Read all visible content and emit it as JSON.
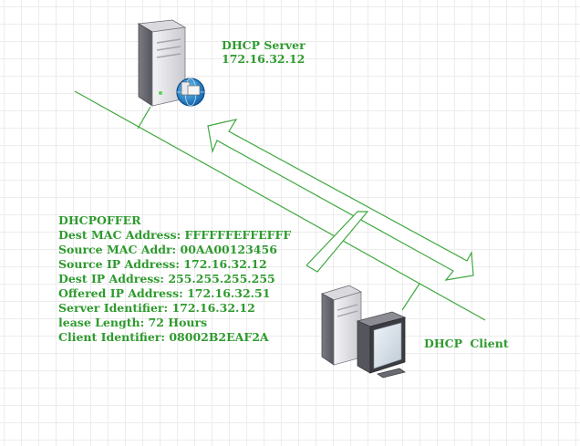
{
  "server": {
    "name": "DHCP Server",
    "ip": "172.16.32.12"
  },
  "client": {
    "name": "DHCP  Client"
  },
  "offer": {
    "title": "DHCPOFFER",
    "lines": [
      "Dest MAC Address: FFFFFFEFFEFFF",
      "Source MAC Addr: 00AA00123456",
      "Source IP Address: 172.16.32.12",
      "Dest IP Address: 255.255.255.255",
      "Offered IP Address: 172.16.32.51",
      "Server Identifier: 172.16.32.12",
      "lease Length: 72 Hours",
      "Client Identifier: 08002B2EAF2A"
    ]
  },
  "icons": {
    "server": "server-tower-icon",
    "server_badge": "network-globe-icon",
    "client": "desktop-computer-icon"
  },
  "colors": {
    "accent_green": "#2e9a2e",
    "grid": "#ececec"
  }
}
